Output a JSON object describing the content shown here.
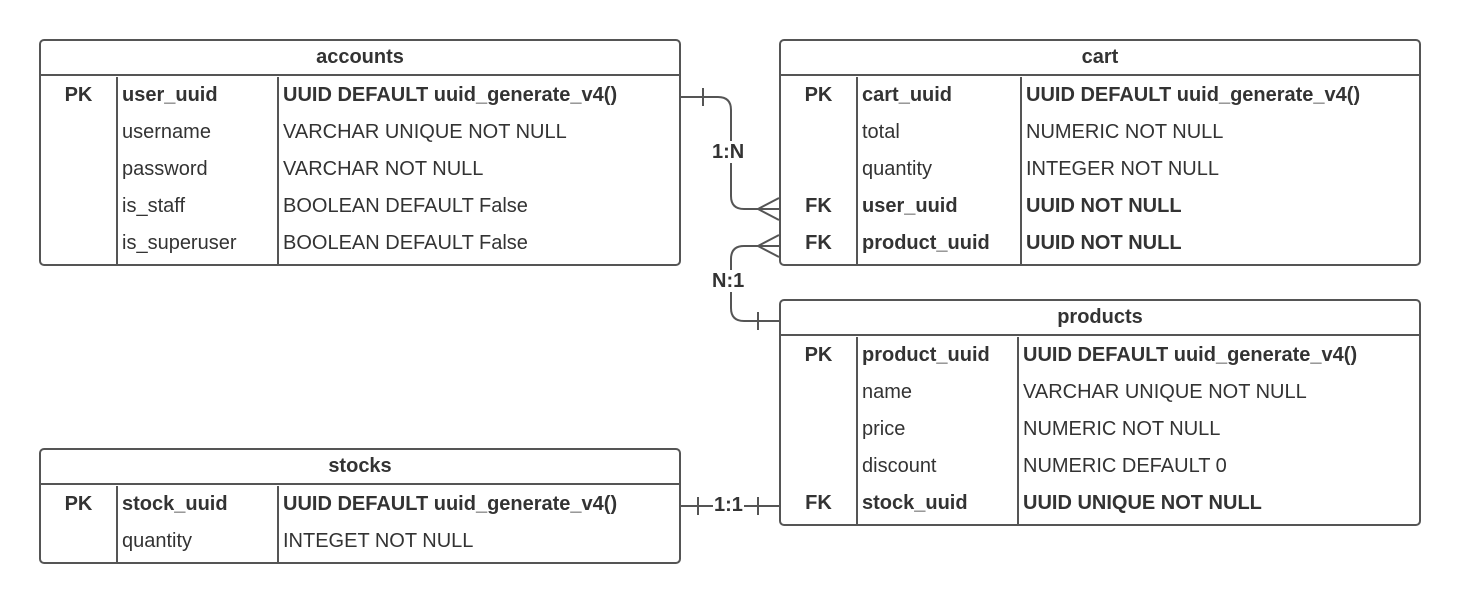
{
  "entities": {
    "accounts": {
      "name": "accounts",
      "rows": [
        {
          "key": "PK",
          "column": "user_uuid",
          "type": "UUID DEFAULT uuid_generate_v4()",
          "bold": true
        },
        {
          "key": "",
          "column": "username",
          "type": "VARCHAR UNIQUE NOT NULL",
          "bold": false
        },
        {
          "key": "",
          "column": "password",
          "type": "VARCHAR NOT NULL",
          "bold": false
        },
        {
          "key": "",
          "column": "is_staff",
          "type": "BOOLEAN DEFAULT False",
          "bold": false
        },
        {
          "key": "",
          "column": "is_superuser",
          "type": "BOOLEAN DEFAULT False",
          "bold": false
        }
      ]
    },
    "cart": {
      "name": "cart",
      "rows": [
        {
          "key": "PK",
          "column": "cart_uuid",
          "type": "UUID DEFAULT uuid_generate_v4()",
          "bold": true
        },
        {
          "key": "",
          "column": "total",
          "type": "NUMERIC NOT NULL",
          "bold": false
        },
        {
          "key": "",
          "column": "quantity",
          "type": "INTEGER NOT NULL",
          "bold": false
        },
        {
          "key": "FK",
          "column": "user_uuid",
          "type": "UUID NOT NULL",
          "bold": true
        },
        {
          "key": "FK",
          "column": "product_uuid",
          "type": "UUID NOT NULL",
          "bold": true
        }
      ]
    },
    "products": {
      "name": "products",
      "rows": [
        {
          "key": "PK",
          "column": "product_uuid",
          "type": "UUID DEFAULT uuid_generate_v4()",
          "bold": true
        },
        {
          "key": "",
          "column": "name",
          "type": "VARCHAR UNIQUE NOT NULL",
          "bold": false
        },
        {
          "key": "",
          "column": "price",
          "type": "NUMERIC NOT NULL",
          "bold": false
        },
        {
          "key": "",
          "column": "discount",
          "type": "NUMERIC DEFAULT 0",
          "bold": false
        },
        {
          "key": "FK",
          "column": "stock_uuid",
          "type": "UUID UNIQUE NOT NULL",
          "bold": true
        }
      ]
    },
    "stocks": {
      "name": "stocks",
      "rows": [
        {
          "key": "PK",
          "column": "stock_uuid",
          "type": "UUID DEFAULT uuid_generate_v4()",
          "bold": true
        },
        {
          "key": "",
          "column": "quantity",
          "type": "INTEGET NOT NULL",
          "bold": false
        }
      ]
    }
  },
  "relationships": [
    {
      "label": "1:N",
      "from": "accounts.user_uuid",
      "to": "cart.user_uuid",
      "from_end": "one",
      "to_end": "many"
    },
    {
      "label": "N:1",
      "from": "cart.product_uuid",
      "to": "products.product_uuid",
      "from_end": "many",
      "to_end": "one"
    },
    {
      "label": "1:1",
      "from": "stocks.stock_uuid",
      "to": "products.stock_uuid",
      "from_end": "one",
      "to_end": "one"
    }
  ],
  "colors": {
    "border": "#555555",
    "text": "#333333"
  }
}
